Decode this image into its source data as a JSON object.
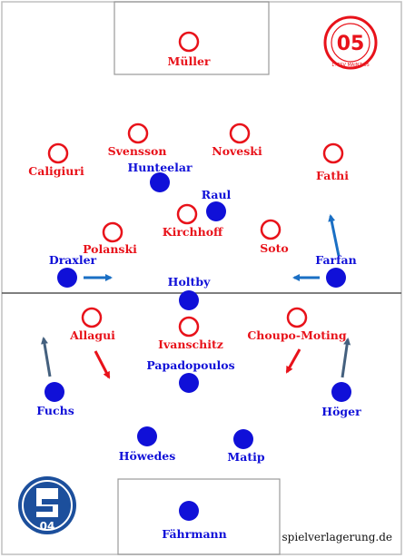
{
  "home_team": {
    "crest_text_top": "05",
    "crest_text_ring": "1. FSV MAINZ 05",
    "color": "#e8121a",
    "players": [
      {
        "name": "Müller"
      },
      {
        "name": "Svensson"
      },
      {
        "name": "Noveski"
      },
      {
        "name": "Caligiuri"
      },
      {
        "name": "Fathi"
      },
      {
        "name": "Kirchhoff"
      },
      {
        "name": "Polanski"
      },
      {
        "name": "Soto"
      },
      {
        "name": "Allagui"
      },
      {
        "name": "Ivanschitz"
      },
      {
        "name": "Choupo-Moting"
      }
    ]
  },
  "away_team": {
    "crest_text": "04",
    "color": "#1010d8",
    "players": [
      {
        "name": "Hunteelar"
      },
      {
        "name": "Raul"
      },
      {
        "name": "Draxler"
      },
      {
        "name": "Farfan"
      },
      {
        "name": "Holtby"
      },
      {
        "name": "Papadopoulos"
      },
      {
        "name": "Fuchs"
      },
      {
        "name": "Höger"
      },
      {
        "name": "Höwedes"
      },
      {
        "name": "Matip"
      },
      {
        "name": "Fährmann"
      }
    ]
  },
  "watermark": "spielverlagerung.de"
}
